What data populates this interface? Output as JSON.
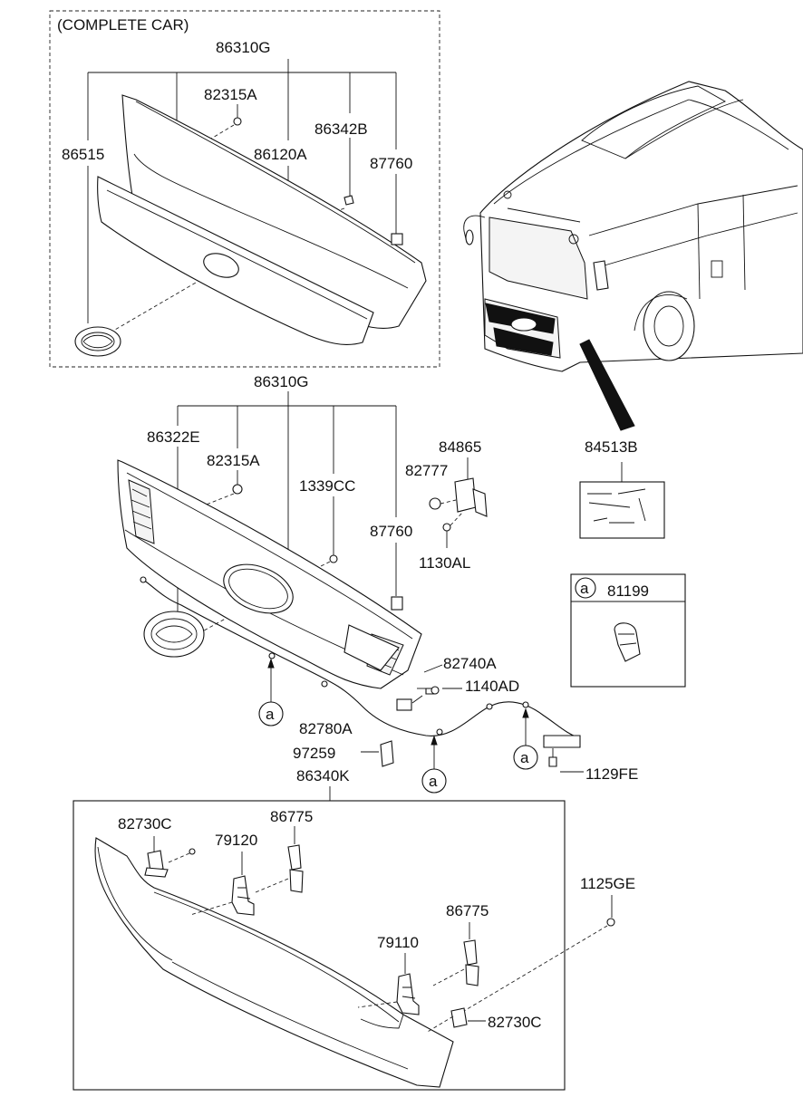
{
  "complete_car_title": "(COMPLETE CAR)",
  "callout_marker": "a",
  "labels": {
    "top_86310G": "86310G",
    "top_82315A": "82315A",
    "top_86342B": "86342B",
    "top_86515": "86515",
    "top_86120A": "86120A",
    "top_87760": "87760",
    "mid_86310G": "86310G",
    "p86322E": "86322E",
    "mid_82315A": "82315A",
    "p1339CC": "1339CC",
    "p84865": "84865",
    "p82777": "82777",
    "p1130AL": "1130AL",
    "mid_87760": "87760",
    "p84513B": "84513B",
    "p81199": "81199",
    "p82740A": "82740A",
    "p1140AD": "1140AD",
    "p82780A": "82780A",
    "p97259": "97259",
    "p86340K": "86340K",
    "p1129FE": "1129FE",
    "p82730C_left": "82730C",
    "p86775_upper": "86775",
    "p79120": "79120",
    "p1125GE": "1125GE",
    "p86775_lower": "86775",
    "p79110": "79110",
    "p82730C_right": "82730C"
  }
}
